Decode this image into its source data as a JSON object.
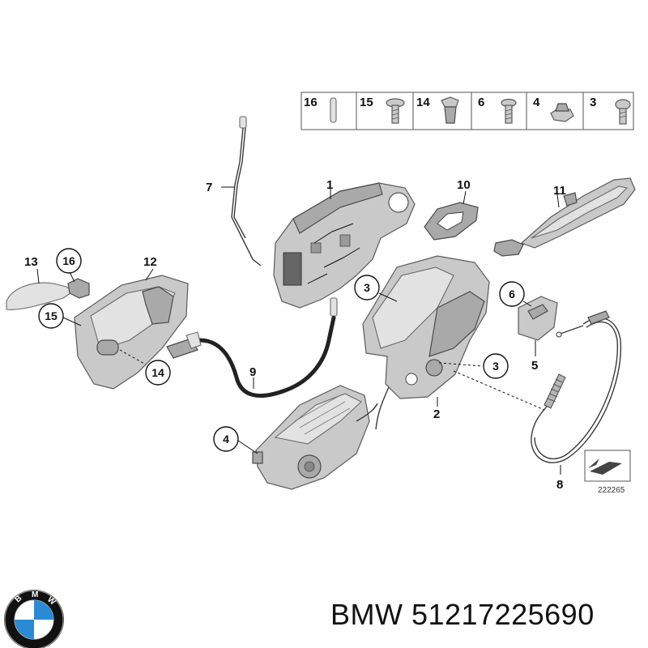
{
  "parts_strip": [
    {
      "label": "16",
      "icon": "pin-icon"
    },
    {
      "label": "15",
      "icon": "flange-screw-icon"
    },
    {
      "label": "14",
      "icon": "clip-nut-icon"
    },
    {
      "label": "6",
      "icon": "screw-icon"
    },
    {
      "label": "4",
      "icon": "hex-nut-icon"
    },
    {
      "label": "3",
      "icon": "torx-screw-icon"
    }
  ],
  "callouts": {
    "c1": "1",
    "c2": "2",
    "c3a": "3",
    "c3b": "3",
    "c4": "4",
    "c5": "5",
    "c6": "6",
    "c7": "7",
    "c8": "8",
    "c9": "9",
    "c10": "10",
    "c11": "11",
    "c12": "12",
    "c13": "13",
    "c14": "14",
    "c15": "15",
    "c16": "16"
  },
  "figure_number": "222265",
  "brand": {
    "name": "BMW",
    "part_number": "51217225690",
    "display": "BMW 51217225690",
    "logo_text": "BMW",
    "logo_colors": {
      "blue": "#2a8ad4",
      "black": "#111111",
      "white": "#ffffff"
    }
  }
}
